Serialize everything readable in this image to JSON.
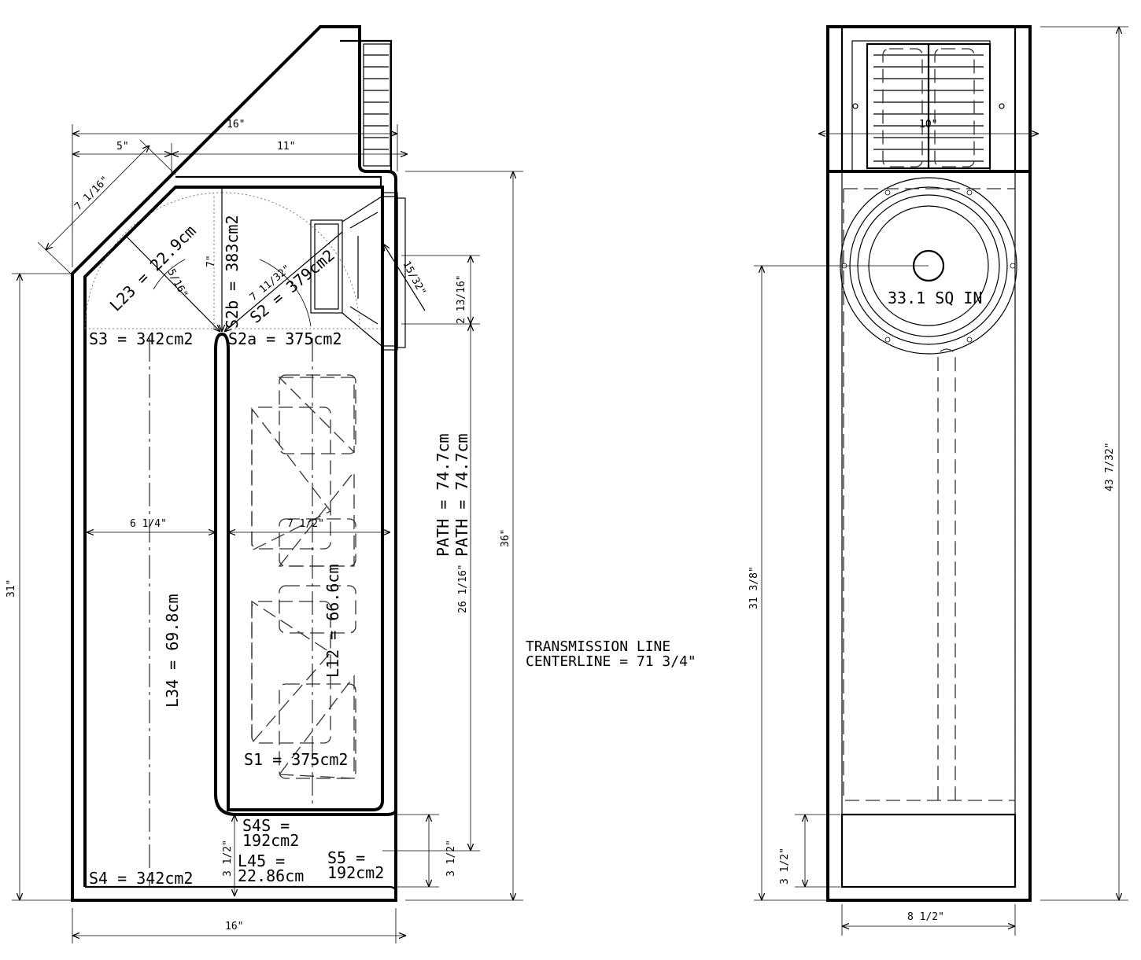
{
  "side_view": {
    "labels": {
      "l23": "L23 = 22.9cm",
      "s2b": "S2b = 383cm2",
      "s2": "S2 = 379cm2",
      "s3": "S3 = 342cm2",
      "s2a": "S2a = 375cm2",
      "l34": "L34 = 69.8cm",
      "l12": "L12 = 66.6cm",
      "s1": "S1 = 375cm2",
      "s4s_1": "S4S =",
      "s4s_2": "192cm2",
      "l45_1": "L45 =",
      "l45_2": "22.86cm",
      "s5_1": "S5 =",
      "s5_2": "192cm2",
      "s4": "S4 = 342cm2",
      "path1": "PATH = 74.7cm",
      "path2": "PATH = 74.7cm"
    },
    "dims": {
      "top_width": "16\"",
      "d5": "5\"",
      "d11": "11\"",
      "d7_1_16": "7 1/16\"",
      "d5_16": "5/16\"",
      "d7": "7\"",
      "d7_11_32": "7 11/32\"",
      "d15_32": "15/32\"",
      "d2_13_16": "2 13/16\"",
      "d6_1_4": "6 1/4\"",
      "d7_1_2": "7 1/2\"",
      "d26_1_16": "26 1/16\"",
      "d36": "36\"",
      "d31": "31\"",
      "d3_1_2_inner": "3 1/2\"",
      "d3_1_2_right": "3 1/2\"",
      "bottom_width": "16\""
    }
  },
  "note": {
    "line1": "TRANSMISSION LINE",
    "line2": "CENTERLINE = 71 3/4\""
  },
  "front_view": {
    "labels": {
      "cone_area": "33.1 SQ IN"
    },
    "dims": {
      "d10": "10\"",
      "d31_3_8": "31 3/8\"",
      "d43_7_32": "43 7/32\"",
      "d3_1_2": "3 1/2\"",
      "d8_1_2": "8 1/2\""
    }
  }
}
